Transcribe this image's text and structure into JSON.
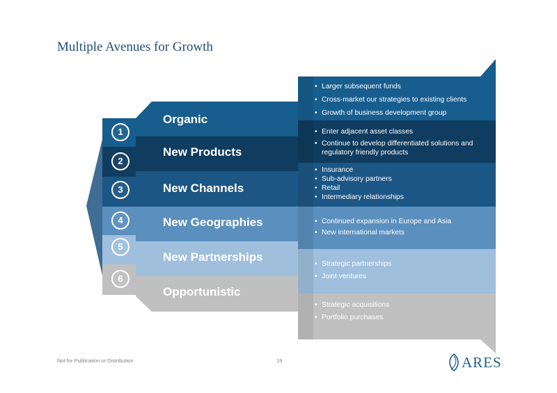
{
  "title": "Multiple Avenues for Growth",
  "colors": {
    "band1": "#175d8e",
    "band2": "#0f3c5f",
    "band3": "#1c5684",
    "band4": "#5a8fbe",
    "band5": "#9fbfdc",
    "band6": "#c0c0c0",
    "title": "#1f4e79"
  },
  "avenues": [
    {
      "number": "1",
      "label": "Organic"
    },
    {
      "number": "2",
      "label": "New Products"
    },
    {
      "number": "3",
      "label": "New Channels"
    },
    {
      "number": "4",
      "label": "New Geographies"
    },
    {
      "number": "5",
      "label": "New Partnerships"
    },
    {
      "number": "6",
      "label": "Opportunistic"
    }
  ],
  "details": [
    [
      "Larger subsequent funds",
      "Cross-market our strategies to existing clients",
      "Growth of business development group"
    ],
    [
      "Enter adjacent asset classes",
      "Continue to develop differentiated solutions and regulatory friendly products"
    ],
    [
      "Insurance",
      "Sub-advisory partners",
      "Retail",
      "Intermediary relationships"
    ],
    [
      "Continued expansion in Europe and Asia",
      "New international markets"
    ],
    [
      "Strategic partnerships",
      "Joint ventures"
    ],
    [
      "Strategic acquisitions",
      "Portfolio purchases"
    ]
  ],
  "footer": {
    "confidentiality": "Not for Publication or Distribution",
    "page_number": "19"
  },
  "logo": {
    "text": "ARES",
    "icon": "ares-leaf-icon"
  }
}
